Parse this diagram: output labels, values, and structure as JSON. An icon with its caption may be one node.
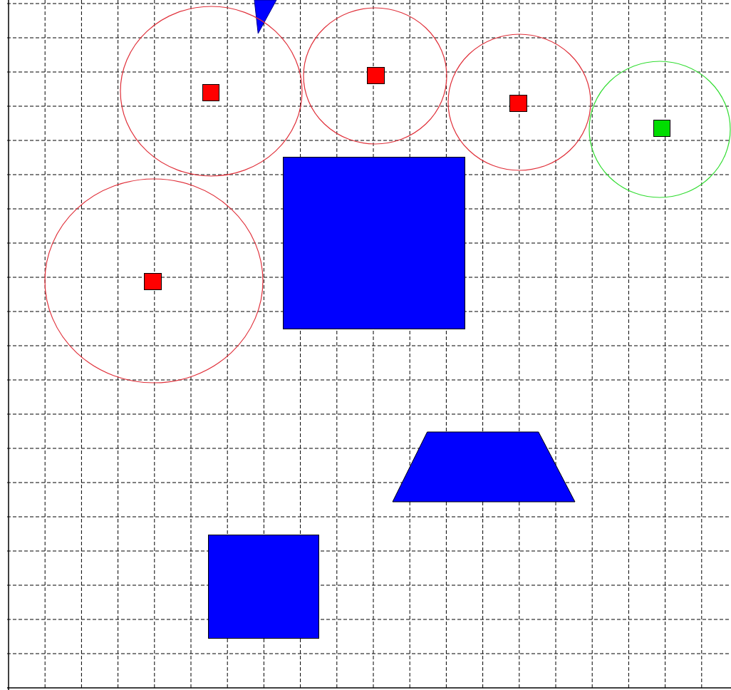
{
  "diagram": {
    "nodes": [
      {
        "text": [],
        "shape": "triangle"
      },
      {
        "text": [],
        "shape": "circle"
      },
      {
        "text": [],
        "shape": "box",
        "in": 1
      },
      {
        "text": [],
        "shape": "circle"
      },
      {
        "text": [],
        "shape": "box",
        "in": 3
      },
      {
        "text": [],
        "shape": "circle"
      },
      {
        "text": [],
        "shape": "box",
        "in": 5
      },
      {
        "text": [],
        "shape": "circle"
      },
      {
        "text": [],
        "shape": "box",
        "in": 7
      },
      {
        "text": [],
        "shape": "box"
      },
      {
        "text": [],
        "shape": "circle"
      },
      {
        "text": [],
        "shape": "box",
        "in": 10
      },
      {
        "text": [],
        "shape": "trapezoid"
      },
      {
        "text": [],
        "shape": "box"
      }
    ]
  }
}
